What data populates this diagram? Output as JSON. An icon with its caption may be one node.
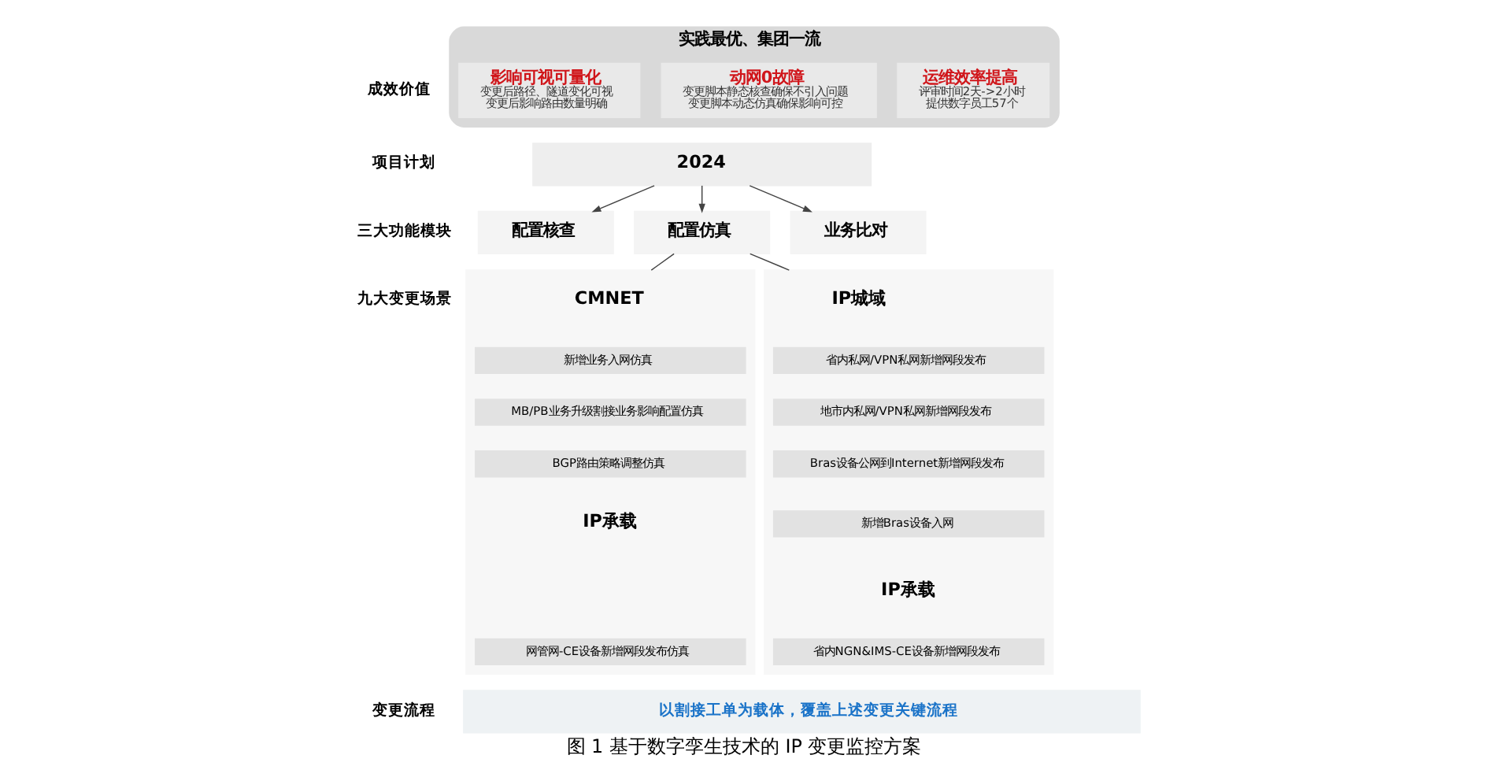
{
  "diagram": {
    "caption": "图 1 基于数字孪生技术的 IP 变更监控方案",
    "nodes": [
      {
        "text": [
          "实践最优、集团一流"
        ]
      },
      {
        "text": [
          "影响可视可量化",
          "变更后路径、隧道变化可视",
          "变更后影响路由数量明确"
        ],
        "in": 0
      },
      {
        "text": [
          "动网0故障",
          "变更脚本静态核查确保不引入问题",
          "变更脚本动态仿真确保影响可控"
        ],
        "in": 0
      },
      {
        "text": [
          "运维效率提高",
          "评审时间2天->2小时",
          "提供数字员工57个"
        ],
        "in": 0
      },
      {
        "text": [
          "2024"
        ]
      },
      {
        "text": [
          "配置核查"
        ]
      },
      {
        "text": [
          "配置仿真"
        ]
      },
      {
        "text": [
          "业务比对"
        ]
      },
      {
        "text": [],
        "shape": "box"
      },
      {
        "text": [
          "新增业务入网仿真"
        ],
        "in": 8
      },
      {
        "text": [
          "MB/PB业务升级割接业务影响配置仿真"
        ],
        "in": 8
      },
      {
        "text": [
          "BGP路由策略调整仿真"
        ],
        "in": 8
      },
      {
        "text": [
          "网管网-CE设备新增网段发布仿真"
        ],
        "in": 8
      },
      {
        "text": [],
        "shape": "box"
      },
      {
        "text": [
          "省内私网/VPN私网新增网段发布"
        ],
        "in": 13
      },
      {
        "text": [
          "地市内私网/VPN私网新增网段发布"
        ],
        "in": 13
      },
      {
        "text": [
          "Bras设备公网到Internet新增网段发布"
        ],
        "in": 13
      },
      {
        "text": [
          "新增Bras设备入网"
        ],
        "in": 13
      },
      {
        "text": [
          "省内NGN&IMS-CE设备新增网段发布"
        ],
        "in": 13
      },
      {
        "text": [
          "以割接工单为载体，覆盖上述变更关键流程"
        ]
      }
    ],
    "edges": [
      {
        "from": 4,
        "to": 5,
        "arrow": "to"
      },
      {
        "from": 4,
        "to": 6,
        "arrow": "to"
      },
      {
        "from": 4,
        "to": 7,
        "arrow": "to"
      },
      {
        "from": 6,
        "to": 8,
        "arrow": "none"
      },
      {
        "from": 6,
        "to": 13,
        "arrow": "none"
      }
    ],
    "labels": [
      "成效价值",
      "项目计划",
      "三大功能模块",
      "九大变更场景",
      "CMNET",
      "IP承载",
      "IP城域",
      "IP承载",
      "变更流程"
    ]
  }
}
